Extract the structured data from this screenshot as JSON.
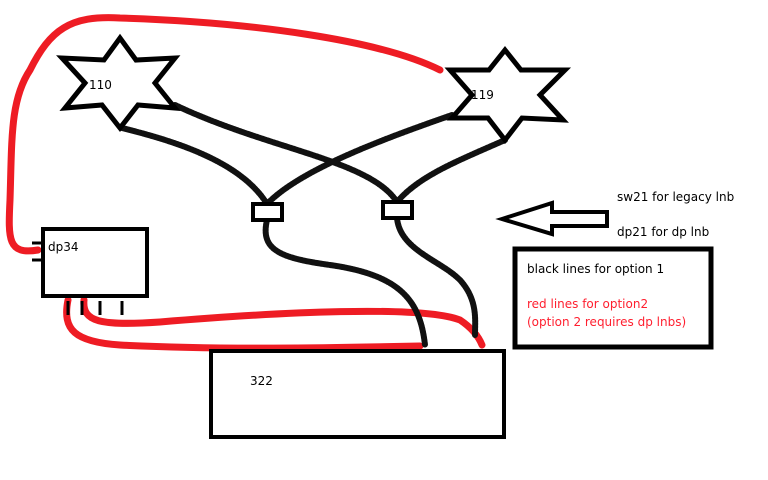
{
  "nodes": {
    "star_left": "110",
    "star_right": "119",
    "device_left": "dp34",
    "device_bottom": "322"
  },
  "annotations": {
    "arrow_top": "sw21 for legacy lnb",
    "arrow_bottom": "dp21 for dp lnb"
  },
  "legend": {
    "black": "black lines for option 1",
    "red_1": "red lines for option2",
    "red_2": "(option 2 requires dp lnbs)"
  },
  "colors": {
    "option1": "#000000",
    "option2": "#ee1c24"
  }
}
